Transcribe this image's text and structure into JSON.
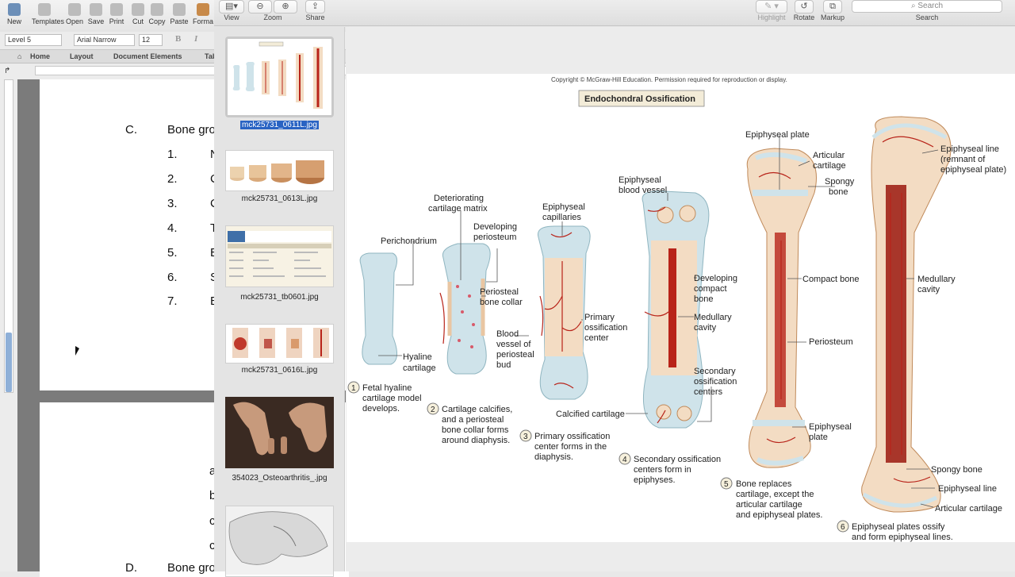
{
  "word": {
    "toolbar": {
      "buttons": [
        "New",
        "Templates",
        "Open",
        "Save",
        "Print",
        "Cut",
        "Copy",
        "Paste",
        "Forma"
      ]
    },
    "font_bar": {
      "style": "Level 5",
      "font": "Arial Narrow",
      "size": "12",
      "bold": "B",
      "italic": "I"
    },
    "ribbon_tabs": [
      "Home",
      "Layout",
      "Document Elements",
      "Tab"
    ],
    "document": {
      "section_c_label": "C.",
      "section_c_title": "Bone gro",
      "items": [
        {
          "num": "1.",
          "text": "N"
        },
        {
          "num": "2.",
          "text": "C"
        },
        {
          "num": "3.",
          "text": "C"
        },
        {
          "num": "4.",
          "text": "T"
        },
        {
          "num": "5.",
          "text": "E"
        },
        {
          "num": "6.",
          "text": "S"
        },
        {
          "num": "7.",
          "text": "E"
        }
      ],
      "page2_lines": [
        "a",
        "b",
        "c",
        "c"
      ],
      "section_d_label": "D.",
      "section_d_title": "Bone gro"
    }
  },
  "preview": {
    "toolbar": {
      "view": "View",
      "zoom": "Zoom",
      "share": "Share",
      "highlight": "Highlight",
      "rotate": "Rotate",
      "markup": "Markup",
      "search_placeholder": "Search",
      "search_label": "Search"
    },
    "thumbnails": [
      {
        "caption": "mck25731_0611L.jpg",
        "selected": true
      },
      {
        "caption": "mck25731_0613L.jpg",
        "selected": false
      },
      {
        "caption": "mck25731_tb0601.jpg",
        "selected": false
      },
      {
        "caption": "mck25731_0616L.jpg",
        "selected": false
      },
      {
        "caption": "354023_Osteoarthritis_.jpg",
        "selected": false
      },
      {
        "caption": "",
        "selected": false
      }
    ],
    "figure": {
      "copyright": "Copyright © McGraw-Hill Education. Permission required for reproduction or display.",
      "title": "Endochondral Ossification",
      "labels": {
        "perichondrium": "Perichondrium",
        "hyaline_cartilage": [
          "Hyaline",
          "cartilage"
        ],
        "deteriorating": [
          "Deteriorating",
          "cartilage matrix"
        ],
        "developing_periosteum": [
          "Developing",
          "periosteum"
        ],
        "periosteal_collar": [
          "Periosteal",
          "bone collar"
        ],
        "blood_vessel_bud": [
          "Blood",
          "vessel of",
          "periosteal",
          "bud"
        ],
        "epiphyseal_capillaries": [
          "Epiphyseal",
          "capillaries"
        ],
        "primary_center": [
          "Primary",
          "ossification",
          "center"
        ],
        "calcified_cartilage": "Calcified cartilage",
        "epiphyseal_blood_vessel": [
          "Epiphyseal",
          "blood vessel"
        ],
        "developing_compact": [
          "Developing",
          "compact",
          "bone"
        ],
        "medullary_cavity_4": [
          "Medullary",
          "cavity"
        ],
        "secondary_centers": [
          "Secondary",
          "ossification",
          "centers"
        ],
        "epiphyseal_plate_top": "Epiphyseal plate",
        "articular_cartilage_top": [
          "Articular",
          "cartilage"
        ],
        "spongy_bone_top": [
          "Spongy",
          "bone"
        ],
        "compact_bone": "Compact bone",
        "periosteum": "Periosteum",
        "epiphyseal_plate_5": [
          "Epiphyseal",
          "plate"
        ],
        "epiphyseal_line_top": [
          "Epiphyseal line",
          "(remnant of",
          "epiphyseal plate)"
        ],
        "medullary_cavity_6": [
          "Medullary",
          "cavity"
        ],
        "spongy_bone_bottom": "Spongy bone",
        "epiphyseal_line_bottom": "Epiphyseal line",
        "articular_cartilage_bottom": "Articular cartilage"
      },
      "steps": [
        {
          "num": "1",
          "lines": [
            "Fetal hyaline",
            "cartilage model",
            "develops."
          ]
        },
        {
          "num": "2",
          "lines": [
            "Cartilage calcifies,",
            "and a periosteal",
            "bone collar forms",
            "around diaphysis."
          ]
        },
        {
          "num": "3",
          "lines": [
            "Primary ossification",
            "center forms in the",
            "diaphysis."
          ]
        },
        {
          "num": "4",
          "lines": [
            "Secondary ossification",
            "centers form in",
            "epiphyses."
          ]
        },
        {
          "num": "5",
          "lines": [
            "Bone replaces",
            "cartilage, except the",
            "articular cartilage",
            "and epiphyseal plates."
          ]
        },
        {
          "num": "6",
          "lines": [
            "Epiphyseal plates ossify",
            "and form epiphyseal lines."
          ]
        }
      ]
    }
  },
  "colors": {
    "selection_blue": "#2963c3",
    "cartilage_blue": "#cfe3ea",
    "bone_cream": "#f3dcc3",
    "blood_red": "#b82319"
  }
}
